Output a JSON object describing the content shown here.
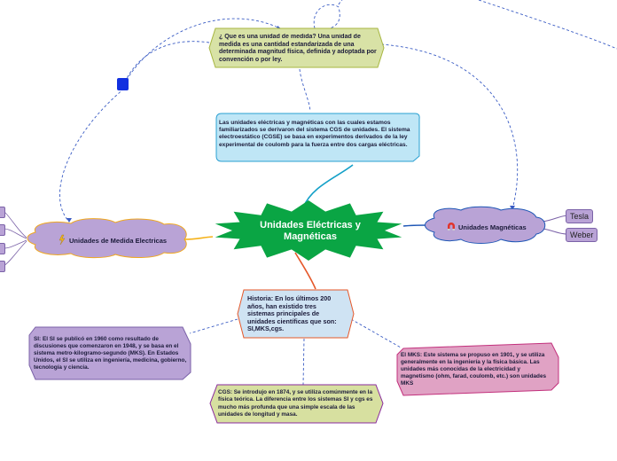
{
  "central": {
    "title": "Unidades Eléctricas y Magnéticas"
  },
  "definition": {
    "text": "¿ Que es una unidad de medida? Una unidad de medida es una cantidad estandarizada de una determinada magnitud física, definida y adoptada por convención o por ley."
  },
  "cgs_origin": {
    "text": "Las unidades eléctricas y magnéticas con las cuales estamos familiarizados se derivaron del sistema CGS de unidades. El sistema electroestático (CGSE) se basa en experimentos derivados de la ley experimental de coulomb para la fuerza entre dos cargas eléctricas."
  },
  "electric_units": {
    "label": "Unidades de Medida Electricas",
    "icon": "lightning-icon"
  },
  "magnetic_units": {
    "label": "Unidades Magnéticas",
    "icon": "magnet-icon",
    "children": [
      "Tesla",
      "Weber"
    ]
  },
  "history": {
    "text": "Historia: En los últimos 200 años, han existido tres sistemas principales de unidades científicas que son: SI,MKS,cgs."
  },
  "si": {
    "text": "SI: El SI se publicó en 1960 como resultado de discusiones que comenzaron en 1948, y se basa en el sistema metro-kilogramo-segundo (MKS). En Estados Unidos, el SI se utiliza en ingeniería, medicina, gobierno, tecnología y ciencia."
  },
  "mks": {
    "text": "El MKS: Este sistema se propuso en 1901, y se utiliza generalmente en la ingeniería y la física básica. Las unidades más conocidas de la electricidad y magnetismo (ohm, farad, coulomb, etc.) son unidades MKS"
  },
  "cgs": {
    "text": "CGS: Se introdujo en 1874, y se utiliza comúnmente en la física teórica. La diferencia entre los sistemas SI y cgs es mucho más profunda que una simple escala de las unidades de longitud y masa."
  },
  "colors": {
    "central": "#0aa544",
    "definition": "#d8e2a6",
    "cgs_origin": "#bfe6f6",
    "history": "#cfe3f3",
    "purple": "#b9a3d6",
    "mks": "#e0a2c4",
    "cgs": "#d7e0a0"
  }
}
